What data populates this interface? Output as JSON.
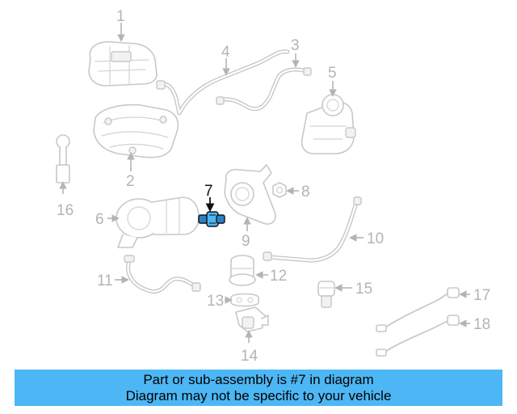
{
  "callouts": {
    "c1": "1",
    "c2": "2",
    "c3": "3",
    "c4": "4",
    "c5": "5",
    "c6": "6",
    "c7": "7",
    "c8": "8",
    "c9": "9",
    "c10": "10",
    "c11": "11",
    "c12": "12",
    "c13": "13",
    "c14": "14",
    "c15": "15",
    "c16": "16",
    "c17": "17",
    "c18": "18"
  },
  "highlight": {
    "part_number": "7",
    "color": "#4db7f5"
  },
  "banner": {
    "line1": "Part or sub-assembly is #7 in diagram",
    "line2": "Diagram may not be specific to your vehicle",
    "background": "#4db7f5"
  }
}
